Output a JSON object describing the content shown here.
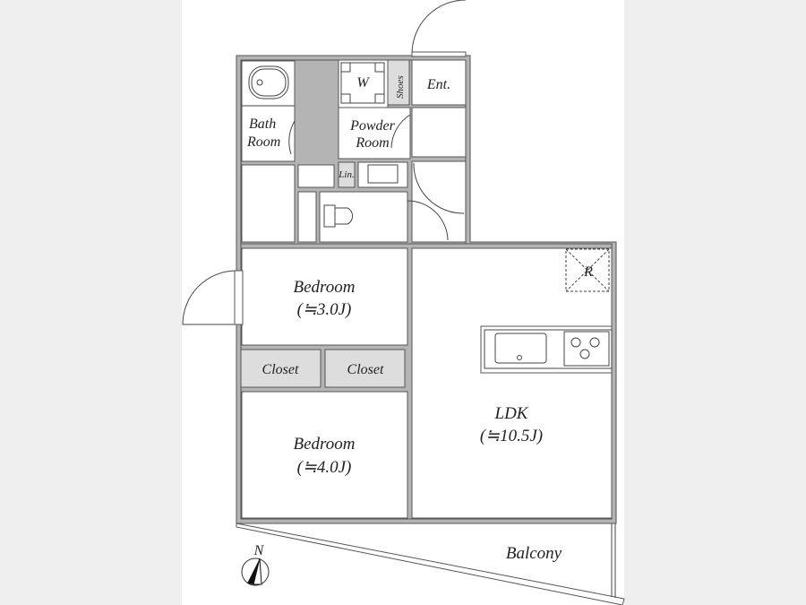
{
  "rooms": {
    "bath": [
      "Bath",
      "Room"
    ],
    "washer": "W",
    "shoes": "Shoes",
    "entrance": "Ent.",
    "powder": [
      "Powder",
      "Room"
    ],
    "linen": "Lin.",
    "bedroom1": {
      "name": "Bedroom",
      "size": "(≒3.0J)"
    },
    "closet1": "Closet",
    "closet2": "Closet",
    "bedroom2": {
      "name": "Bedroom",
      "size": "(≒4.0J)"
    },
    "ldk": {
      "name": "LDK",
      "size": "(≒10.5J)"
    },
    "refrigerator": "R",
    "balcony": "Balcony"
  },
  "compass": {
    "label": "N"
  }
}
